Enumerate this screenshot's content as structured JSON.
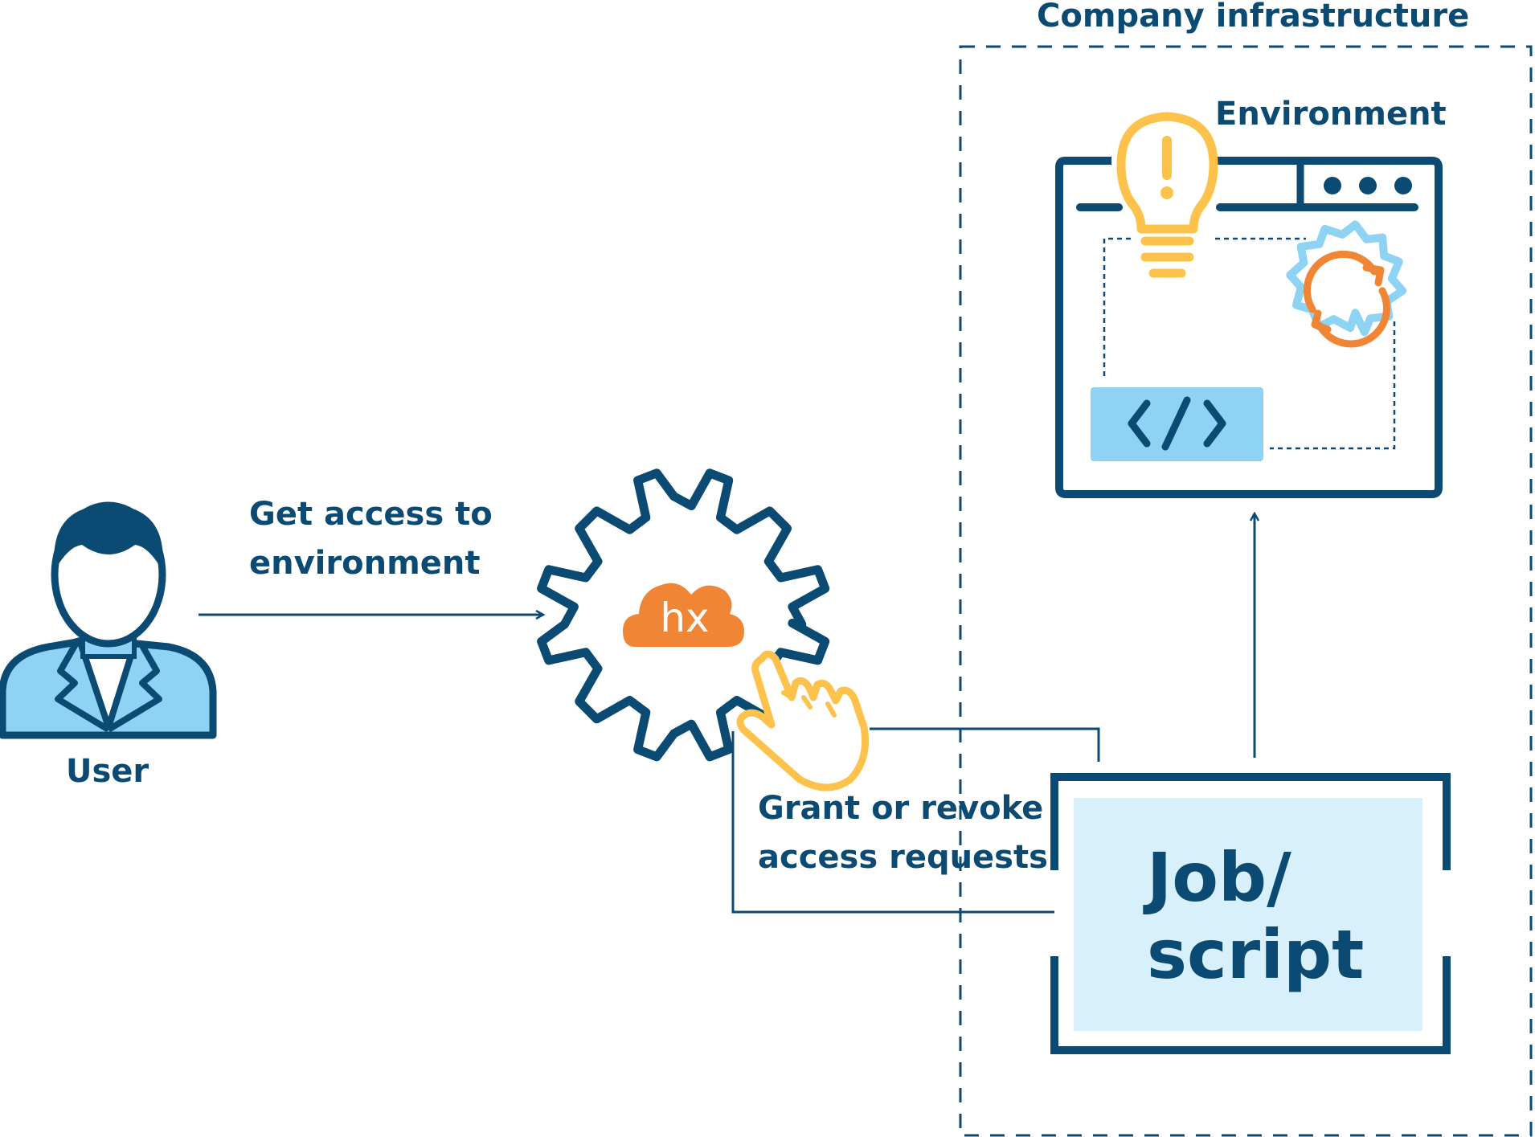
{
  "title": "",
  "labels": {
    "infrastructure": "Company infrastructure",
    "environment": "Environment",
    "user": "User",
    "get_access_line1": "Get access to",
    "get_access_line2": "environment",
    "grant_line1": "Grant or revoke",
    "grant_line2": "access requests",
    "job_line1": "Job/",
    "job_line2": "script",
    "logo_text": "hx"
  },
  "colors": {
    "navy": "#0b4a72",
    "light_blue": "#8fd3f4",
    "pale_blue": "#d8f0fb",
    "orange": "#f08535",
    "yellow": "#fcc24b"
  },
  "icons": [
    "user-icon",
    "gear-cloud-icon",
    "pointer-hand-icon",
    "lightbulb-icon",
    "browser-window-icon",
    "sync-gear-icon",
    "code-icon"
  ]
}
